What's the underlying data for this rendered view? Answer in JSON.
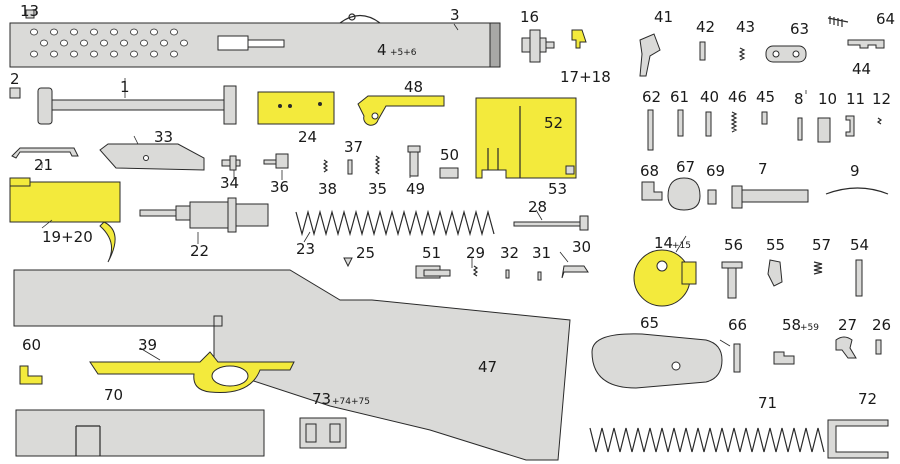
{
  "colors": {
    "highlight": "#f3ea3c",
    "part": "#dadad8",
    "ink": "#2a2a2a"
  },
  "labels": {
    "p13": "13",
    "p3": "3",
    "p4": "4",
    "p4sub": "+5+6",
    "p16": "16",
    "p1718": "17+18",
    "p2": "2",
    "p1": "1",
    "p48": "48",
    "p52": "52",
    "p24": "24",
    "p33": "33",
    "p21": "21",
    "p37": "37",
    "p50": "50",
    "p34": "34",
    "p36": "36",
    "p38": "38",
    "p35": "35",
    "p49": "49",
    "p53": "53",
    "p28": "28",
    "p1920": "19+20",
    "p22": "22",
    "p23": "23",
    "p25": "25",
    "p51": "51",
    "p29": "29",
    "p32": "32",
    "p31": "31",
    "p30": "30",
    "p60": "60",
    "p39": "39",
    "p47": "47",
    "p70": "70",
    "p73": "73",
    "p73sub": "+74+75",
    "p41": "41",
    "p42": "42",
    "p43": "43",
    "p63": "63",
    "p64": "64",
    "p44": "44",
    "p62": "62",
    "p61": "61",
    "p40": "40",
    "p46": "46",
    "p45": "45",
    "p8": "8",
    "p10": "10",
    "p11": "11",
    "p12": "12",
    "p68": "68",
    "p67": "67",
    "p69": "69",
    "p7": "7",
    "p9": "9",
    "p14": "14",
    "p14sub": "+15",
    "p56": "56",
    "p55": "55",
    "p57": "57",
    "p54": "54",
    "p65": "65",
    "p66": "66",
    "p58": "58",
    "p58sub": "+59",
    "p27": "27",
    "p26": "26",
    "p71": "71",
    "p72": "72"
  }
}
